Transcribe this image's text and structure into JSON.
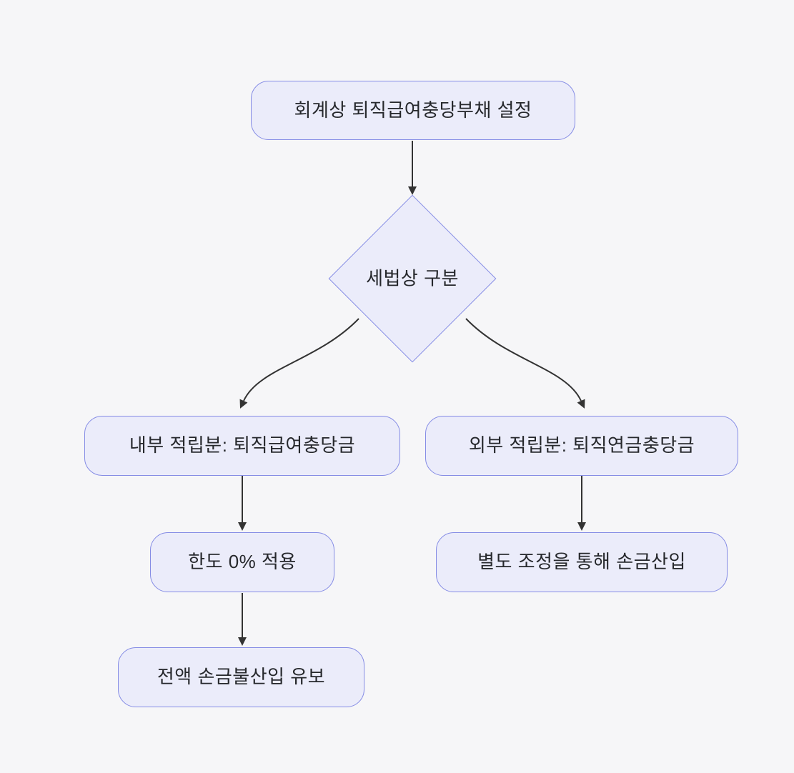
{
  "diagram": {
    "type": "flowchart",
    "direction": "top-down",
    "colors": {
      "background": "#f6f6f8",
      "node_fill": "#ebecfa",
      "node_border": "#858ce5",
      "edge": "#333333",
      "text": "#26282c"
    },
    "nodes": [
      {
        "id": "start",
        "shape": "rounded-rect",
        "label": "회계상 퇴직급여충당부채 설정"
      },
      {
        "id": "decision",
        "shape": "diamond",
        "label": "세법상 구분"
      },
      {
        "id": "internal",
        "shape": "rounded-rect",
        "label": "내부 적립분: 퇴직급여충당금"
      },
      {
        "id": "external",
        "shape": "rounded-rect",
        "label": "외부 적립분: 퇴직연금충당금"
      },
      {
        "id": "limit",
        "shape": "rounded-rect",
        "label": "한도 0% 적용"
      },
      {
        "id": "adjust",
        "shape": "rounded-rect",
        "label": "별도 조정을 통해 손금산입"
      },
      {
        "id": "reserve",
        "shape": "rounded-rect",
        "label": "전액 손금불산입 유보"
      }
    ],
    "edges": [
      {
        "from": "start",
        "to": "decision"
      },
      {
        "from": "decision",
        "to": "internal"
      },
      {
        "from": "decision",
        "to": "external"
      },
      {
        "from": "internal",
        "to": "limit"
      },
      {
        "from": "external",
        "to": "adjust"
      },
      {
        "from": "limit",
        "to": "reserve"
      }
    ]
  }
}
